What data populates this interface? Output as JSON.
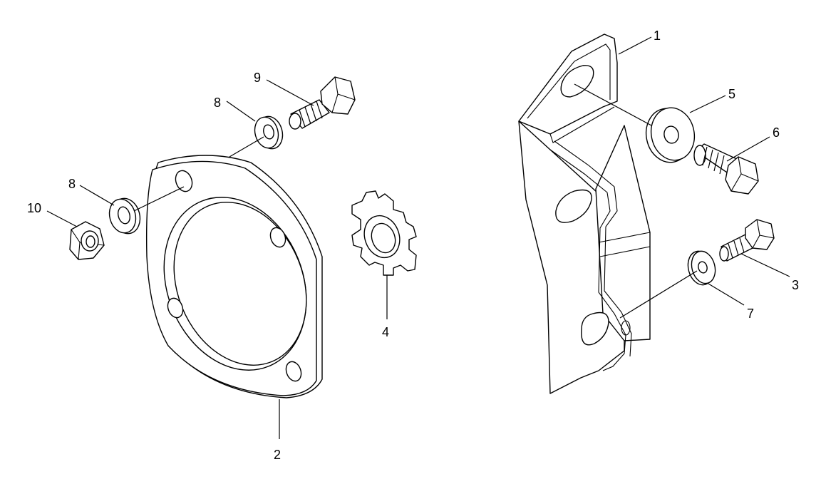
{
  "figure": {
    "background": "#ffffff",
    "line_color": "#000000",
    "parts": [
      {
        "id": "p1",
        "label": "1",
        "kind": "mounting-bracket"
      },
      {
        "id": "p2",
        "label": "2",
        "kind": "flange-plate"
      },
      {
        "id": "p3",
        "label": "3",
        "kind": "bolt"
      },
      {
        "id": "p4",
        "label": "4",
        "kind": "star-lock-washer"
      },
      {
        "id": "p5",
        "label": "5",
        "kind": "flat-washer"
      },
      {
        "id": "p6",
        "label": "6",
        "kind": "bolt"
      },
      {
        "id": "p7",
        "label": "7",
        "kind": "flat-washer"
      },
      {
        "id": "p8a",
        "label": "8",
        "kind": "flat-washer"
      },
      {
        "id": "p8b",
        "label": "8",
        "kind": "flat-washer"
      },
      {
        "id": "p9",
        "label": "9",
        "kind": "bolt"
      },
      {
        "id": "p10",
        "label": "10",
        "kind": "hex-nut"
      }
    ]
  }
}
